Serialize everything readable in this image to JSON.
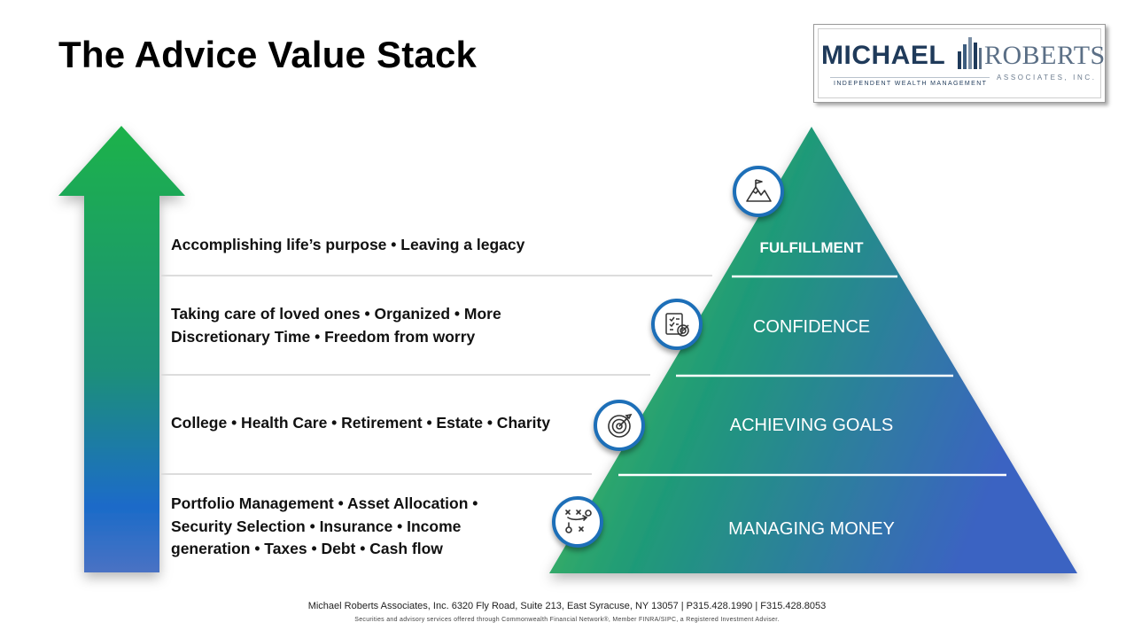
{
  "title": "The Advice Value Stack",
  "logo": {
    "name_left": "MICHAEL",
    "name_right": "ROBERTS",
    "tagline": "INDEPENDENT WEALTH MANAGEMENT",
    "sub": "ASSOCIATES, INC."
  },
  "bands": [
    {
      "lines": [
        "Accomplishing  life’s purpose  • Leaving a legacy"
      ]
    },
    {
      "lines": [
        "Taking care of loved ones • Organized  • More",
        "Discretionary  Time • Freedom from worry"
      ]
    },
    {
      "lines": [
        "College • Health Care  • Retirement • Estate  • Charity"
      ]
    },
    {
      "lines": [
        "Portfolio Management  • Asset Allocation  •",
        "Security Selection  • Insurance  • Income",
        "generation  • Taxes  • Debt  • Cash  flow"
      ]
    }
  ],
  "tiers": [
    {
      "label": "FULFILLMENT",
      "icon": "mountain-flag-icon"
    },
    {
      "label": "CONFIDENCE",
      "icon": "checklist-target-icon"
    },
    {
      "label": "ACHIEVING GOALS",
      "icon": "target-icon"
    },
    {
      "label": "MANAGING MONEY",
      "icon": "strategy-play-icon"
    }
  ],
  "footer": {
    "address": "Michael Roberts Associates, Inc. 6320 Fly Road, Suite 213, East Syracuse, NY 13057 | P315.428.1990 | F315.428.8053",
    "disclosure": "Securities  and advisory services offered  through Commonwealth  Financial  Network®, Member FINRA/SIPC, a Registered  Investment  Adviser."
  },
  "colors": {
    "arrow_top": "#1fb24a",
    "arrow_bottom": "#3f6fc4",
    "pyramid_green": "#4fc24a",
    "pyramid_blue": "#3b67c0",
    "icon_ring": "#1d6fb8"
  }
}
